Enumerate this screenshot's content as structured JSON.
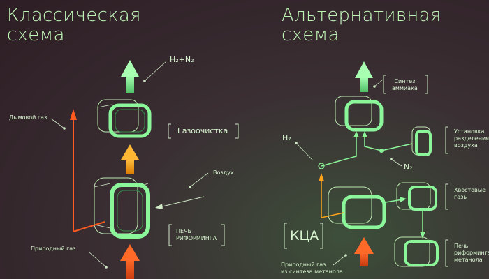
{
  "titles": {
    "classic": "Классическая\nсхема",
    "alternative": "Альтернативная\nсхема"
  },
  "left": {
    "product": "H₂+N₂",
    "flue_gas": "Дымовой газ",
    "gas_cleaning": "Газоочистка",
    "air": "Воздух",
    "reformer": "ПЕЧЬ\nРИФОРМИНГА",
    "natural_gas": "Природный газ"
  },
  "right": {
    "synthesis": "Синтез\nаммиака",
    "h2": "H₂",
    "n2": "N₂",
    "air_separation": "Установка\nразделения\nвоздуха",
    "tail_gases": "Хвостовые\nгазы",
    "kca": "КЦА",
    "methanol_furnace": "Печь\nриформинга\nметанола",
    "natural_gas_methanol": "Природный газ\nиз синтеза метанола"
  },
  "colors": {
    "green": "#8bf59a",
    "orange": "#ffa41a",
    "red_orange": "#ff5a1f"
  }
}
